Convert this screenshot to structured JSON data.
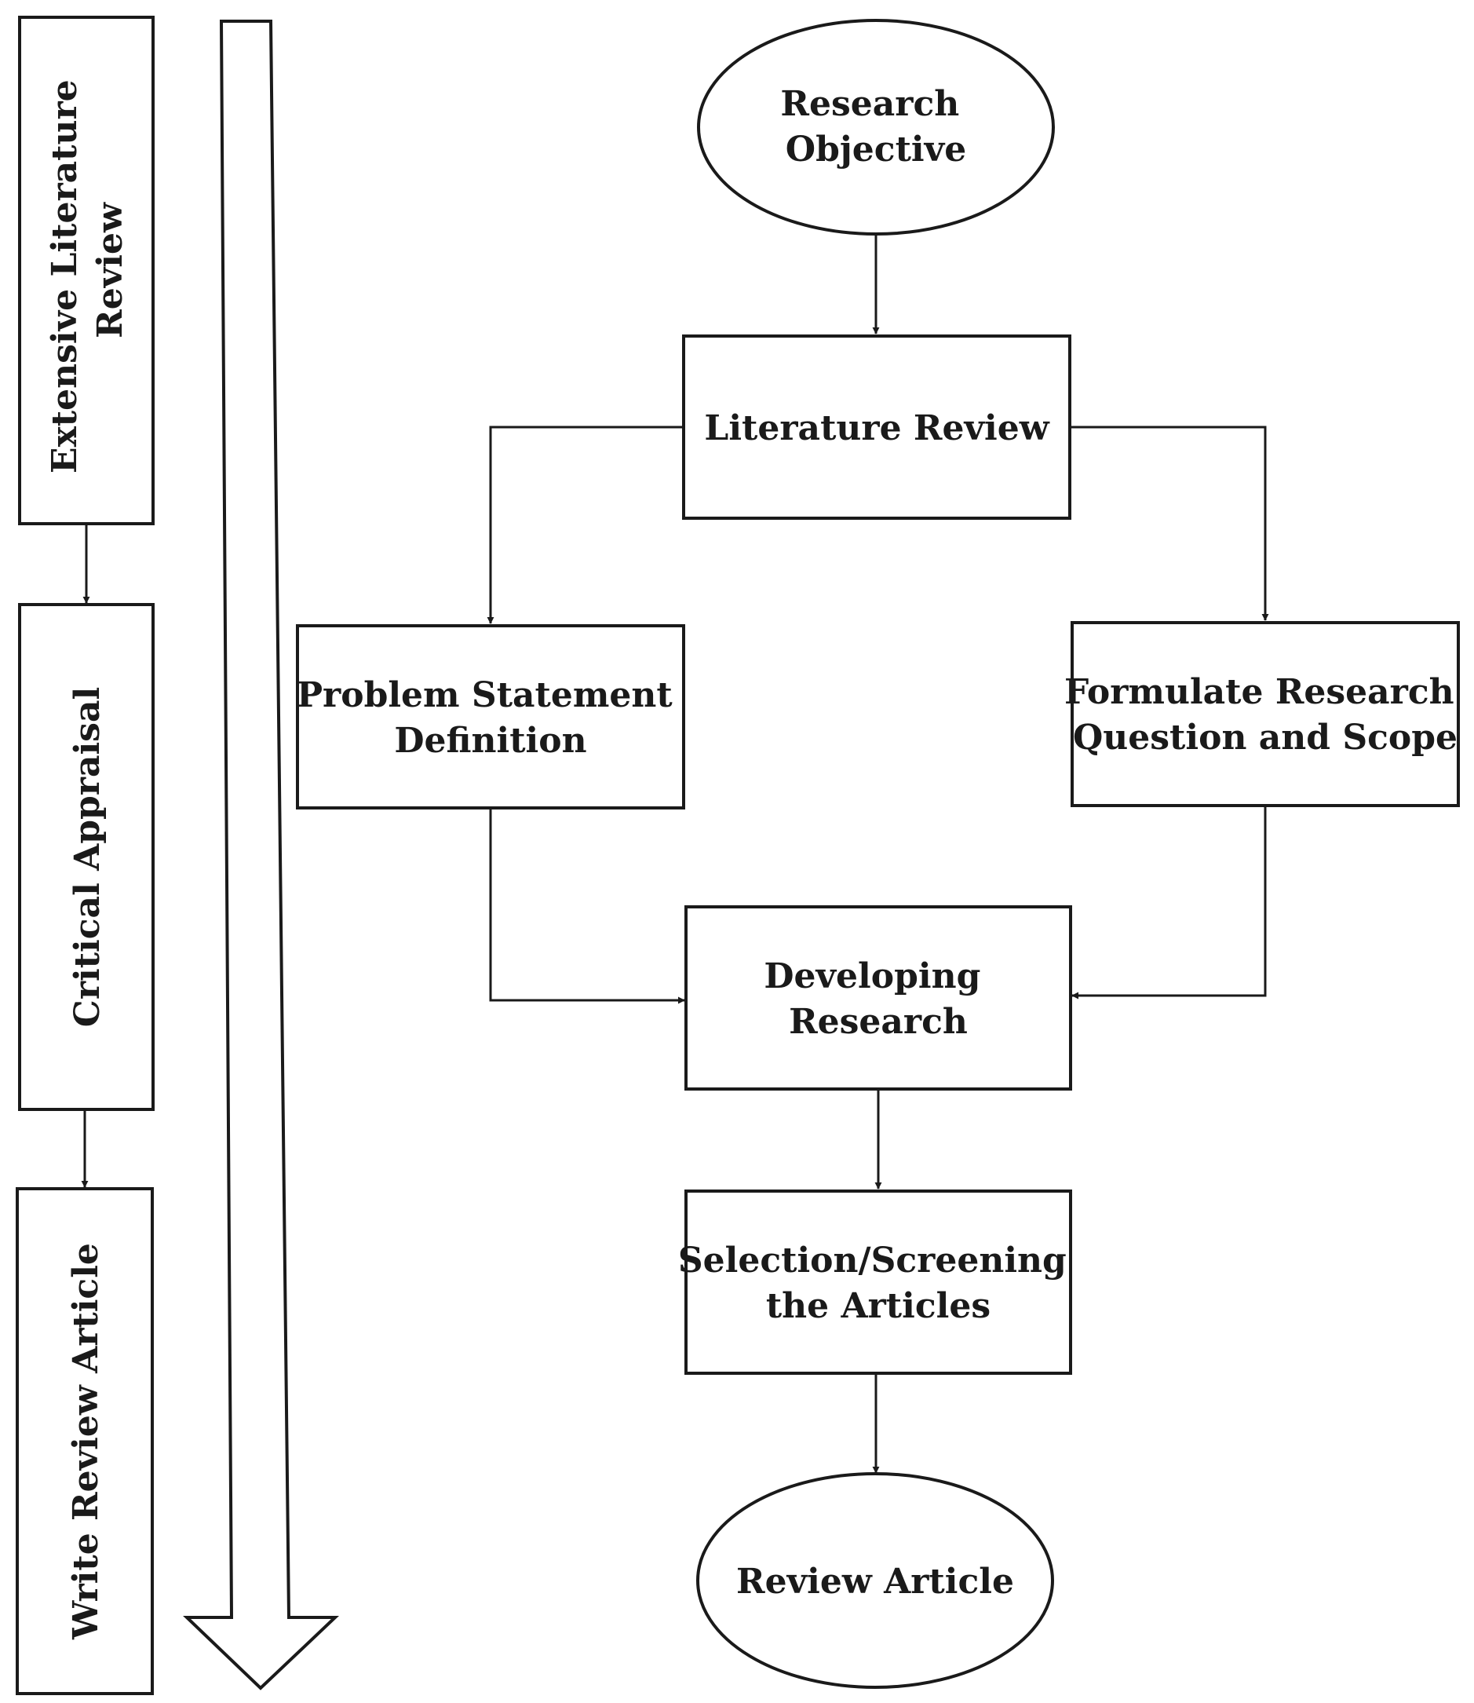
{
  "phases": {
    "extensive_literature_review": [
      "Extensive Literature",
      "Review"
    ],
    "critical_appraisal": [
      "Critical Appraisal"
    ],
    "write_review_article": [
      "Write Review Article"
    ]
  },
  "flow": {
    "research_objective": [
      "Research",
      "Objective"
    ],
    "literature_review": [
      "Literature Review"
    ],
    "problem_statement_definition": [
      "Problem Statement",
      "Definition"
    ],
    "formulate_research_question": [
      "Formulate Research",
      "Question and Scope"
    ],
    "developing_research": [
      "Developing",
      "Research"
    ],
    "selection_screening": [
      "Selection/Screening",
      "the Articles"
    ],
    "review_article": [
      "Review Article"
    ]
  },
  "colors": {
    "stroke": "#1a1a1a",
    "fill": "#ffffff",
    "text": "#1a1a1a"
  }
}
